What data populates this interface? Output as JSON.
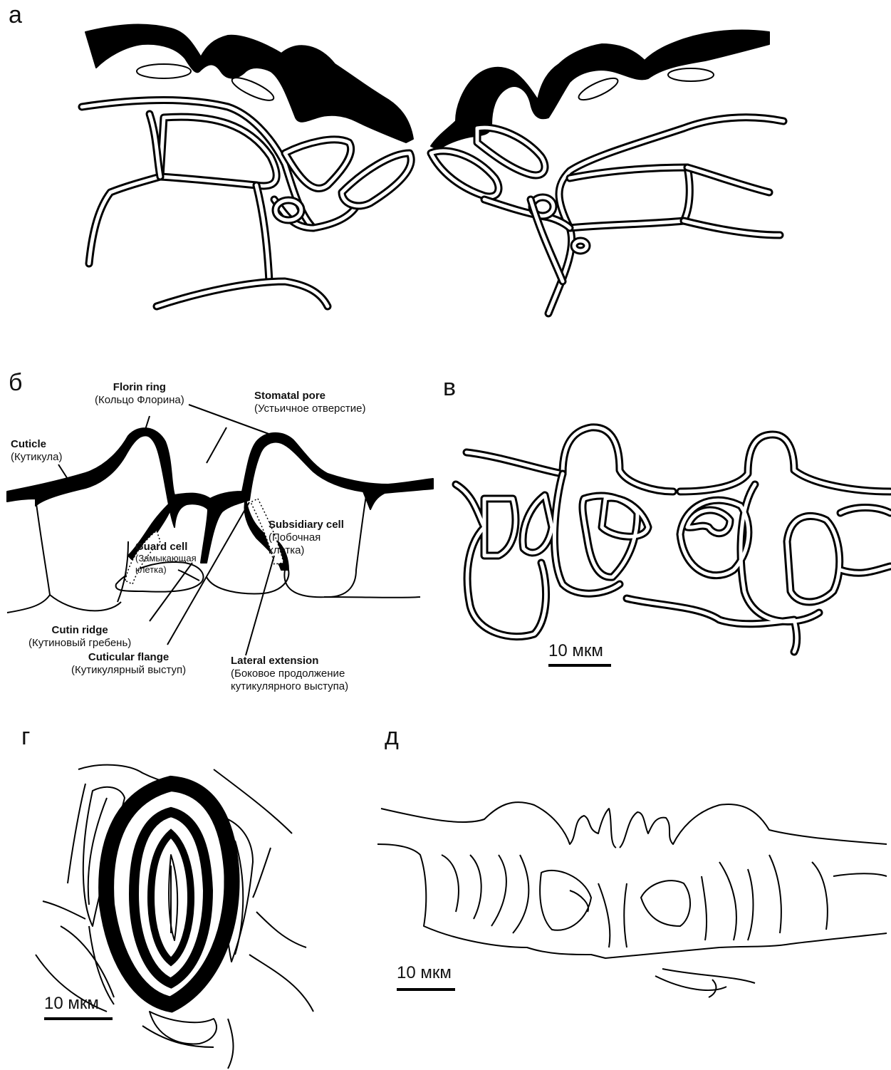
{
  "panels": {
    "a": "а",
    "b": "б",
    "v": "в",
    "g": "г",
    "d": "д"
  },
  "labels": {
    "florin_ring": {
      "en": "Florin ring",
      "ru": "(Кольцо Флорина)"
    },
    "stomatal_pore": {
      "en": "Stomatal pore",
      "ru": "(Устьичное отверстие)"
    },
    "cuticle": {
      "en": "Cuticle",
      "ru": "(Кутикула)"
    },
    "subsidiary_cell": {
      "en": "Subsidiary cell",
      "ru1": "(Побочная",
      "ru2": "клетка)"
    },
    "guard_cell": {
      "en": "Guard cell",
      "ru1": "(Замыкающая",
      "ru2": "клетка)"
    },
    "cutin_ridge": {
      "en": "Cutin ridge",
      "ru": "(Кутиновый гребень)"
    },
    "cuticular_flange": {
      "en": "Cuticular flange",
      "ru": "(Кутикулярный выступ)"
    },
    "lateral_extension": {
      "en": "Lateral extension",
      "ru1": "(Боковое продолжение",
      "ru2": "кутикулярного выступа)"
    }
  },
  "scale_bars": {
    "v": "10 мкм",
    "g": "10 мкм",
    "d": "10 мкм"
  }
}
